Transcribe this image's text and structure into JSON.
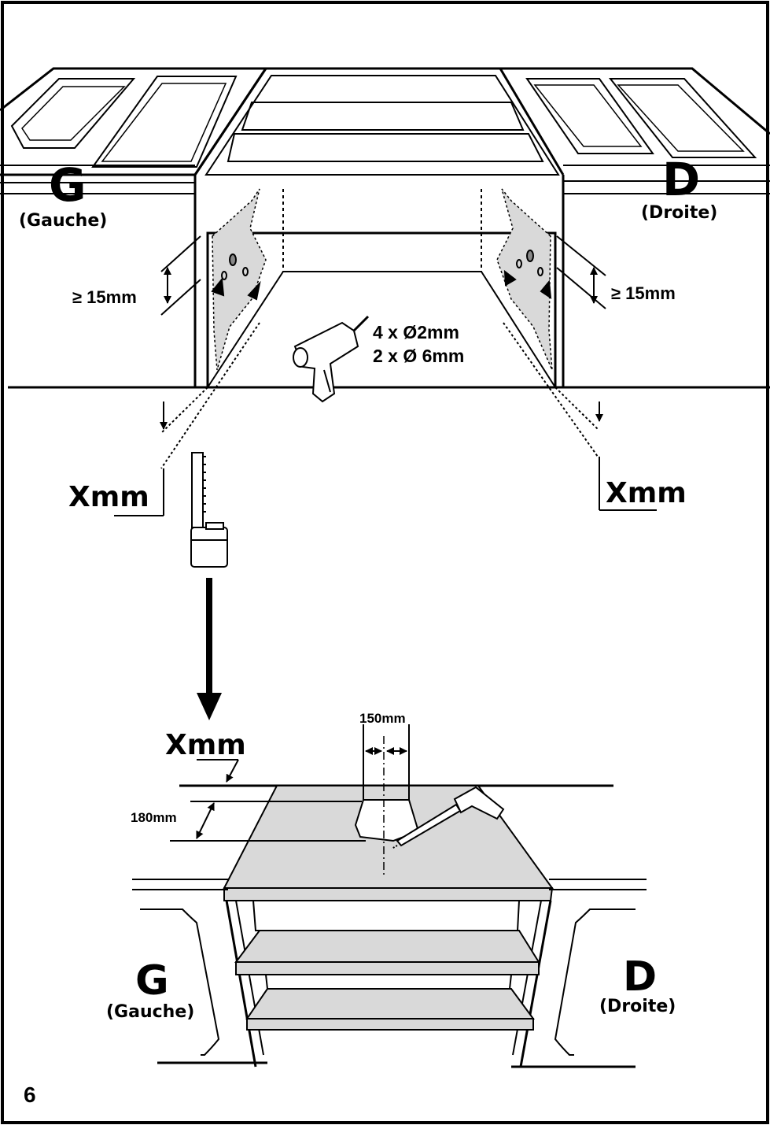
{
  "page_number": "6",
  "top_figure": {
    "left_side": {
      "letter": "G",
      "word": "(Gauche)"
    },
    "right_side": {
      "letter": "D",
      "word": "(Droite)"
    },
    "left_clearance": "≥ 15mm",
    "right_clearance": "≥ 15mm",
    "drill_spec_line1": "4 x Ø2mm",
    "drill_spec_line2": "2 x Ø 6mm",
    "left_offset": "Xmm",
    "right_offset": "Xmm"
  },
  "bottom_figure": {
    "offset": "Xmm",
    "cutout_width": "150mm",
    "cutout_depth": "180mm",
    "left_side": {
      "letter": "G",
      "word": "(Gauche)"
    },
    "right_side": {
      "letter": "D",
      "word": "(Droite)"
    }
  },
  "colors": {
    "line": "#000000",
    "panel_shade": "#d9d9d9",
    "background": "#ffffff"
  }
}
